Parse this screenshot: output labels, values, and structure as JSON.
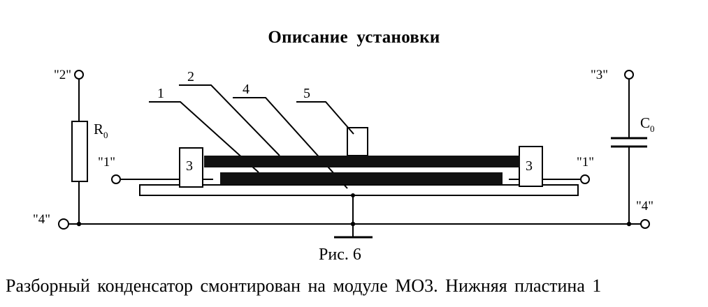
{
  "heading": "Описание  установки",
  "figure": {
    "caption": "Рис.  6",
    "terminals": {
      "t1_left": "\"1\"",
      "t1_right": "\"1\"",
      "t2": "\"2\"",
      "t3": "\"3\"",
      "t4_left": "\"4\"",
      "t4_right": "\"4\""
    },
    "callouts": [
      "1",
      "2",
      "4",
      "5"
    ],
    "clamp_label": "3",
    "resistor": {
      "letter": "R",
      "subscript": "0"
    },
    "capacitor": {
      "letter": "C",
      "subscript": "0"
    }
  },
  "body_text": "Разборный  конденсатор  смонтирован  на  модуле  МО3.  Нижняя  пластина  1"
}
